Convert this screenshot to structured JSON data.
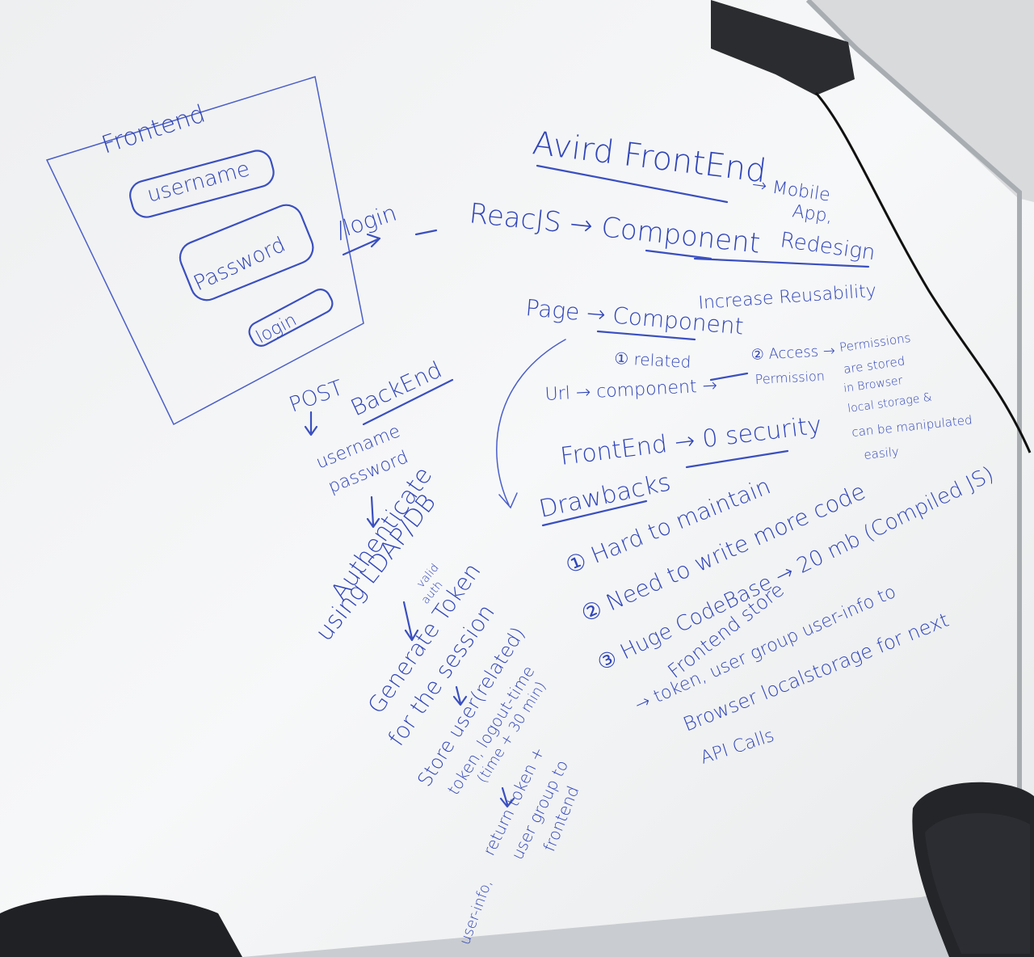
{
  "board": {
    "title": "Avird FrontEnd",
    "title_notes": [
      "→ Mobile",
      "App,",
      "Redesign"
    ],
    "reactjs": "ReacJS → Component",
    "login_route": "/login",
    "reusability": "Increase Reusability",
    "page_component": "Page → Component",
    "related": "① related",
    "url_component": "Url → component →",
    "access": "② Access →",
    "permission": "Permission",
    "permissions_note": [
      "Permissions",
      "are stored",
      "in Browser",
      "local storage &",
      "can be manipulated",
      "easily"
    ],
    "frontend_security": "FrontEnd → 0 security",
    "drawbacks": "Drawbacks",
    "drawback_items": [
      "① Hard to maintain",
      "② Need to write more code",
      "③ Huge CodeBase → 20 mb (Compiled JS)"
    ],
    "frontend_store": [
      "Frontend store",
      "→ token, user group user-info to",
      "Browser localstorage for next",
      "API Calls"
    ]
  },
  "login_sketch": {
    "frame_label": "Frontend",
    "username": "username",
    "password": "Password",
    "login_button": "login"
  },
  "backend_flow": {
    "post": "POST",
    "backend": "BackEnd",
    "steps": [
      "username",
      "password",
      "Authenticate",
      "using LDAP/DB",
      "valid",
      "auth",
      "Generate Token",
      "for the session",
      "Store user(related)",
      "token, logout-time",
      "(time + 30 min)",
      "return token +",
      "user group to",
      "frontend",
      "user-info,"
    ]
  },
  "colors": {
    "marker": "#2f44b8",
    "board": "#f4f5f6",
    "frame": "#9aa0a6",
    "chair": "#1f2124"
  }
}
